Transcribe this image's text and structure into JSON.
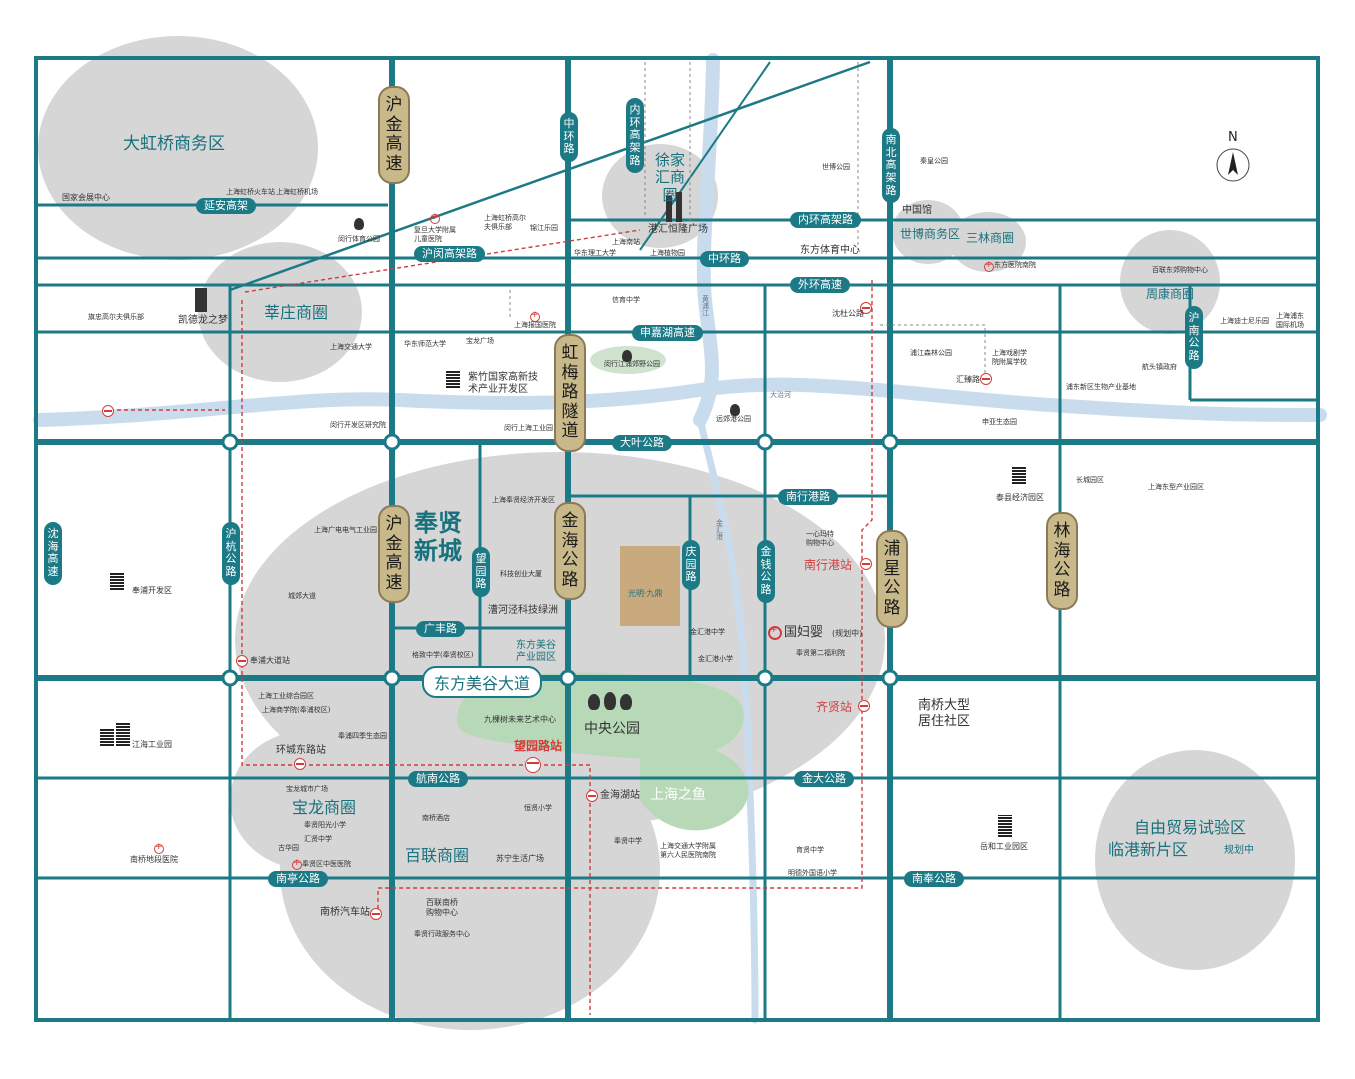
{
  "zones": {
    "hongqiao": "大虹桥商务区",
    "xinzhuang": "莘庄商圈",
    "xujiahui": "徐家汇商圈",
    "shibo": "世博商务区",
    "sanlin": "三林商圈",
    "zhoukang": "周康商圈",
    "fengxian_new_city": "奉贤新城",
    "baolong": "宝龙商圈",
    "bailian": "百联商圈",
    "nanqiao_residential": "南桥大型居住社区",
    "free_trade_line1": "自由贸易试验区",
    "free_trade_line2": "临港新片区",
    "free_trade_note": "规划中",
    "central_park": "中央公园",
    "shanghai_fish": "上海之鱼"
  },
  "roads": {
    "huning_expressway": "沪金高速",
    "zhonghuan_v": "中环路",
    "neihuan_viaduct": "内环高架路",
    "nanbei_viaduct": "南北高架路",
    "yanan_viaduct": "延安高架",
    "huming_viaduct": "沪闵高架路",
    "neihuan_viaduct_h": "内环高架路",
    "zhonghuan_h": "中环路",
    "waihuan": "外环高速",
    "shenjia_lake": "申嘉湖高速",
    "hongmei_tunnel": "虹梅路隧道",
    "daye": "大叶公路",
    "nanhangang": "南行港路",
    "jinhai": "金海公路",
    "wangyuan": "望园路",
    "qingyuan": "庆园路",
    "jinqian": "金钱公路",
    "puxing": "浦星公路",
    "linhai": "林海公路",
    "huhang": "沪杭公路",
    "shenhai": "沈海高速",
    "hunan": "沪南公路",
    "guangfeng": "广丰路",
    "dongfang_meigu": "东方美谷大道",
    "hangnan": "航南公路",
    "jinda": "金大公路",
    "nanting_west": "南亭公路",
    "nanfeng": "南奉公路"
  },
  "stations": {
    "nanhangang": "南行港站",
    "qixian": "齐贤站",
    "wangyuan": "望园路站",
    "jinhai_lake": "金海湖站",
    "fengpu": "奉浦大道站",
    "huancheng_east": "环城东路站",
    "nanqiao_bus": "南桥汽车站",
    "shendu": "沈杜公路",
    "huizhen": "汇臻路"
  },
  "pois": {
    "expo_center": "国家会展中心",
    "hongqiao_station": "上海虹桥火车站",
    "hongqiao_airport": "上海虹桥机场",
    "minhang_stadium": "闵行体育公园",
    "fudan_child": "复旦大学附属儿童医院",
    "hongqiao_golf": "上海虹桥高尔夫俱乐部",
    "jinjiang_park": "锦江乐园",
    "ecust": "华东理工大学",
    "shanghai_south": "上海南站",
    "shanghai_botanic": "上海植物园",
    "ganghui": "港汇恒隆广场",
    "expo_park": "世博公园",
    "shanghai_garden": "秦皇公园",
    "china_pavilion": "中国馆",
    "oriental_sports": "东方体育中心",
    "oriental_hospital": "东方医院南院",
    "bailian_east": "百联东郊购物中心",
    "golf_club": "旗忠高尔夫俱乐部",
    "kaide": "凯德龙之梦",
    "xinwei": "信育中学",
    "shanghai_hospital": "上海报国医院",
    "sjtu": "上海交通大学",
    "ecnu": "华东师范大学",
    "baolong_plaza": "宝龙广场",
    "zizhu": "紫竹国家高新技术产业开发区",
    "minhang_pujiang": "闵行江浦郊野公园",
    "pujiang_park": "浦江森林公园",
    "huizhen_school": "上海戏剧学院附属学校",
    "disney": "上海迪士尼乐园",
    "pudong_airport": "上海浦东国际机场",
    "hangtou": "航头镇政府",
    "pudong_base": "浦东新区生物产业基地",
    "minhang_institute": "闵行开发区研究院",
    "minhang_industrial": "闵行上海工业园",
    "yuanjiang": "远郊港公园",
    "shenbei": "申亚生态园",
    "fengxian_economic": "上海奉贤经济开发区",
    "guangdian": "上海广电电气工业园",
    "chengjiaodadao": "城郊大道",
    "keji_chuangye": "科技创业大厦",
    "puhe_park": "漕河泾科技绿洲",
    "fengxian_hi": "奉贤经济开发区",
    "dongfang_meigu_park": "东方美谷产业园区",
    "yuyuan_school": "格致中学(奉贤校区)",
    "guangming": "光明·九鼎",
    "jinhui_middle": "金汇港中学",
    "jinhui_primary": "金汇港小学",
    "yixinhui": "一心玛特购物中心",
    "guofuying": "国妇婴",
    "guofuying_note": "(规划中)",
    "fengxian_second": "奉贤第二福利院",
    "fengpu_dev": "奉浦开发区",
    "taixian_eco": "泰县经济园区",
    "changcheng": "长城园区",
    "shanghai_dongfang": "上海东型产业园区",
    "gongye_zonghe": "上海工业综合园区",
    "shanghai_commerce": "上海商学院(奉浦校区)",
    "yuanyuan_eco": "奉浦四季生态园",
    "jiuke_art": "九棵树未来艺术中心",
    "jianghai": "江海工业园",
    "baolong_city": "宝龙城市广场",
    "fengxian_kindergarten": "奉贤阳光小学",
    "huiyuan_middle": "汇贤中学",
    "gu_huayuan": "古华园",
    "fengxian_hospital": "奉贤区中医医院",
    "nanqiao_hospital": "南桥地段医院",
    "hongfa_primary": "恒贤小学",
    "huiyi_middle": "奉贤中学",
    "sixth_hospital": "上海交通大学附属第六人民医院南院",
    "qingyi_middle": "育贤中学",
    "mingde_school": "明德外国语小学",
    "jinsheng_life": "苏宁生活广场",
    "bailian_nanqiao": "百联南桥购物中心",
    "admin_center": "奉贤行政服务中心",
    "yuehe_park": "岳和工业园区",
    "nanqiao_jiudian": "南桥酒店"
  },
  "river_labels": {
    "huangpu": "黄浦江",
    "jinhui": "金汇港",
    "dazhi": "大治河"
  },
  "compass": "N",
  "colors": {
    "road": "#1c7a86",
    "zone_fill": "#d6d6d6",
    "river": "#c9dcee",
    "metro": "#d23c3c",
    "accent_gold": "#c9b98a"
  }
}
